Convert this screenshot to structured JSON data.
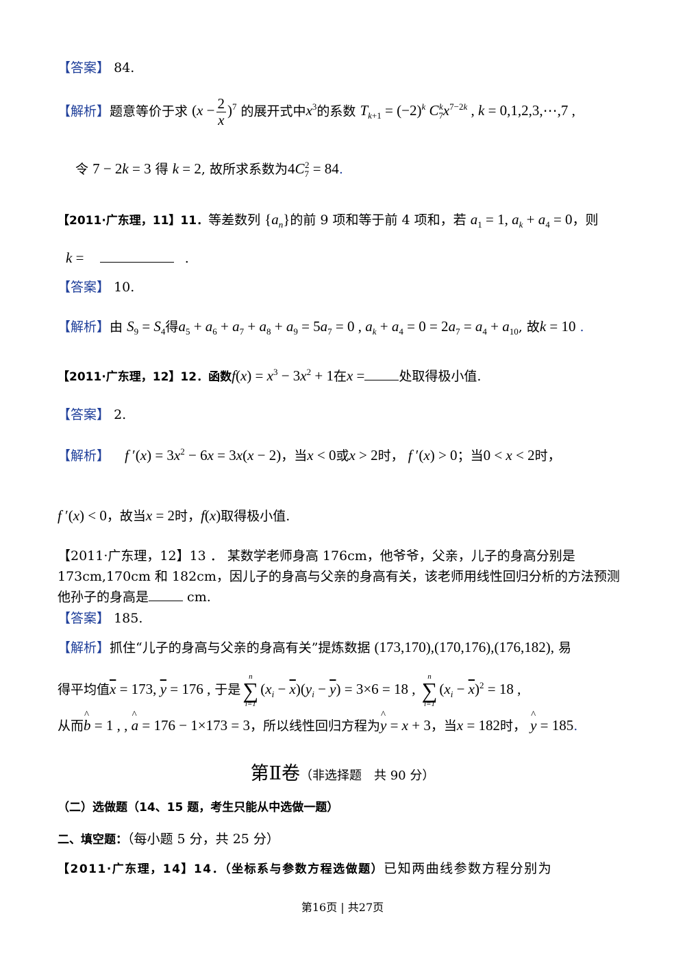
{
  "labels": {
    "answer": "【答案】",
    "analysis": "【解析】"
  },
  "q10": {
    "answer_text": "84.",
    "analysis_text1": "题意等价于求",
    "analysis_text2": "的展开式中",
    "analysis_text3": "的系数",
    "line2_prefix": "令",
    "line2_mid": "得",
    "line2_suffix": ", 故所求系数为"
  },
  "q11": {
    "source": "【2011·广东理，11】11．",
    "stem1": "等差数列",
    "stem2": "的前 9 项和等于前 4 项和，若",
    "stem3": "，则",
    "answer_text": "10.",
    "analysis_prefix": "由",
    "analysis_mid": "得",
    "analysis_suffix": ", 故"
  },
  "q12": {
    "source": "【2011·广东理，12】12．函数",
    "stem_mid": "在",
    "stem_end": "处取得极小值.",
    "answer_text": "2.",
    "analysis_t1": "，当",
    "analysis_t2": "或",
    "analysis_t3": "时，",
    "analysis_t4": "；当",
    "analysis_t5": "时，",
    "line2_t1": "，故当",
    "line2_t2": "时，",
    "line2_t3": "取得极小值."
  },
  "q13": {
    "line1": "【2011·广东理，12】13 ． 某数学老师身高 176cm，他爷爷，父亲，儿子的身高分别是",
    "line2": "173cm,170cm 和 182cm，因儿子的身高与父亲的身高有关，该老师用线性回归分析的方法预测",
    "line3_prefix": "他孙子的身高是",
    "line3_suffix": " cm.",
    "answer_text": "185.",
    "analysis_text": "抓住“儿子的身高与父亲的身高有关”提炼数据",
    "analysis_text_end": "易",
    "mean_prefix": "得平均值",
    "mean_mid": "于是",
    "from_prefix": "从而",
    "from_mid": "，所以线性回归方程为",
    "from_mid2": "，当",
    "from_mid3": "时，"
  },
  "section": {
    "title_main": "第Ⅱ卷",
    "title_sub": "（非选择题　共 90 分）",
    "optional": "（二）选做题（14、15 题，考生只能从中选做一题）",
    "fill": "二、填空题：",
    "fill_sub": "（每小题 5 分，共 25 分）",
    "q14_source": "【2011·广东理，14】14．",
    "q14_bold": "（坐标系与参数方程选做题）",
    "q14_text": "已知两曲线参数方程分别为"
  },
  "footer": {
    "text": "第16页 | 共27页"
  }
}
